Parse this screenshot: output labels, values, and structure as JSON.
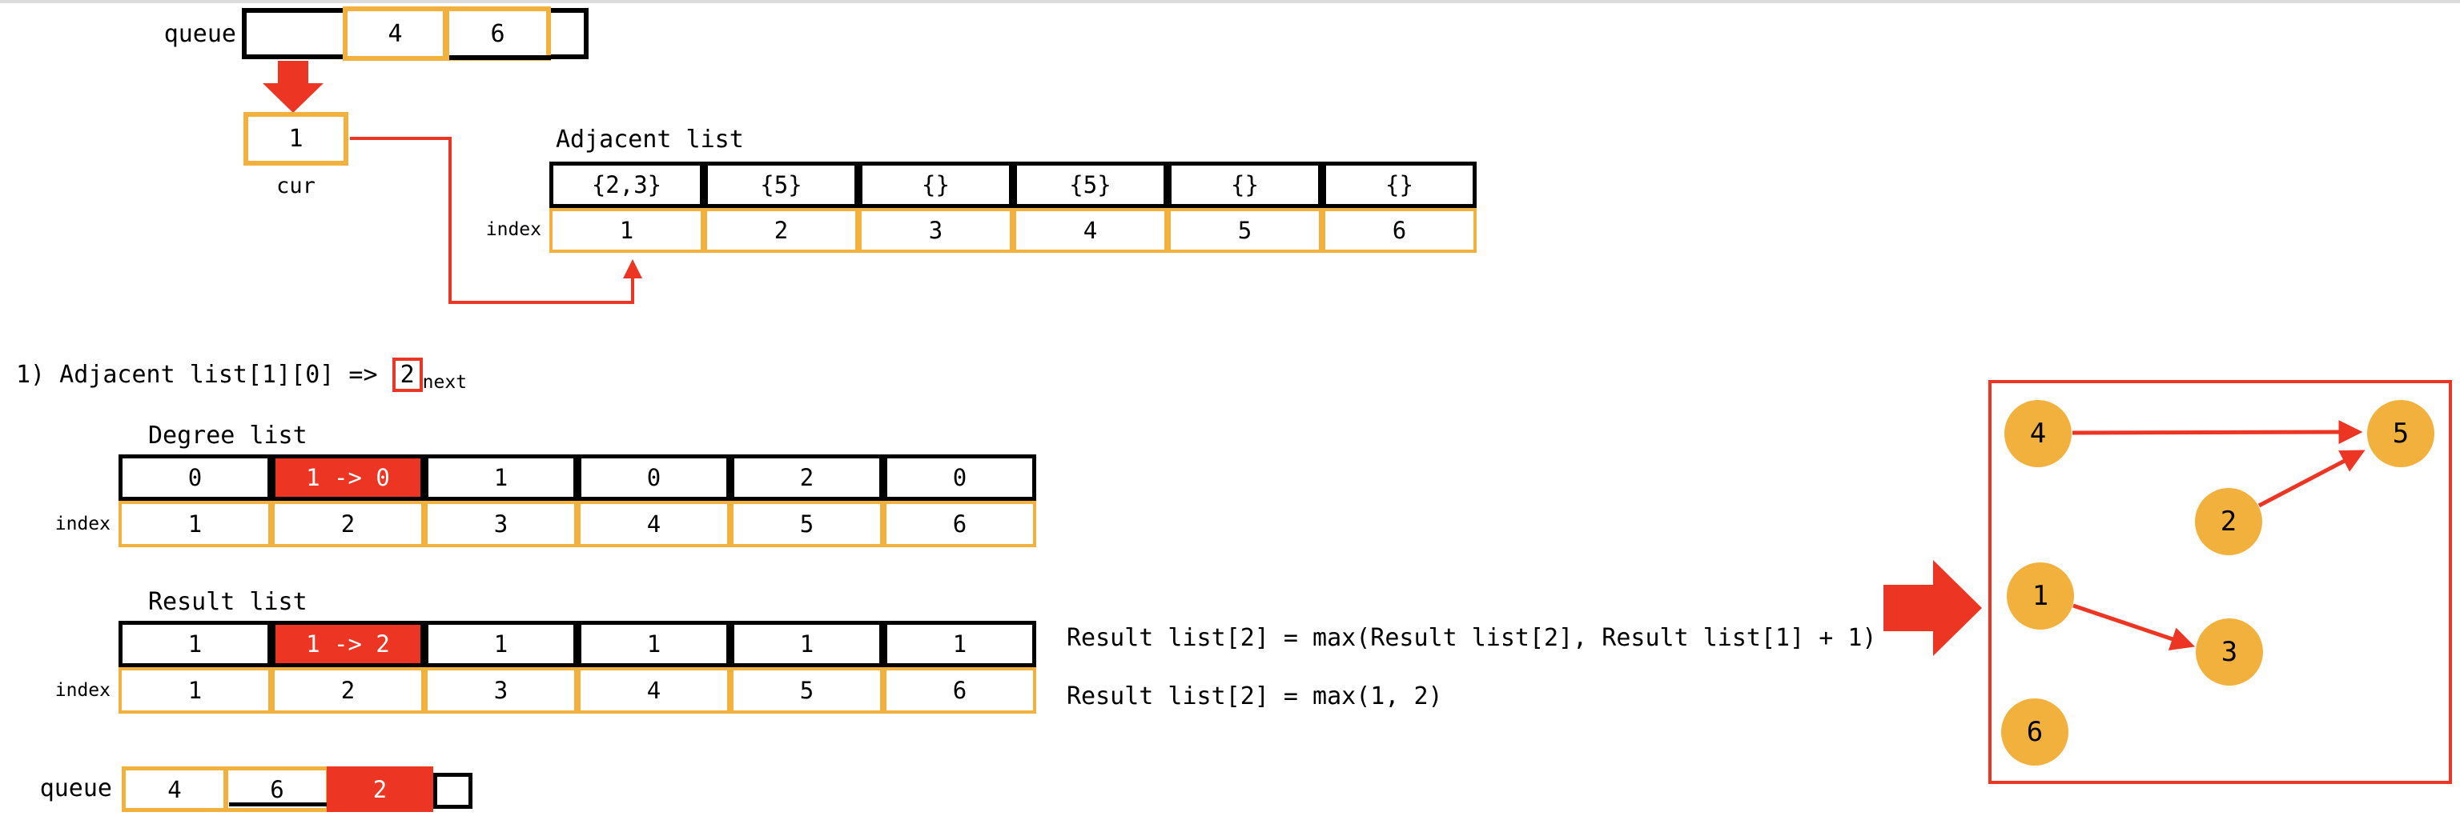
{
  "colors": {
    "orange": "#F2B13D",
    "red": "#ED3524",
    "black": "#000000",
    "white": "#FFFFFF"
  },
  "top_queue": {
    "label": "queue",
    "cells": [
      "4",
      "6"
    ]
  },
  "cur_pointer": {
    "value": "1",
    "label": "cur"
  },
  "adjacent_list": {
    "title": "Adjacent list",
    "index_label": "index",
    "values": [
      "{2,3}",
      "{5}",
      "{}",
      "{5}",
      "{}",
      "{}"
    ],
    "indices": [
      "1",
      "2",
      "3",
      "4",
      "5",
      "6"
    ]
  },
  "step_note": {
    "prefix": "1) Adjacent list[1][0] => ",
    "boxed_value": "2",
    "suffix": "next"
  },
  "degree_list": {
    "title": "Degree list",
    "index_label": "index",
    "values": [
      "0",
      "1 -> 0",
      "1",
      "0",
      "2",
      "0"
    ],
    "highlighted_column": 2,
    "indices": [
      "1",
      "2",
      "3",
      "4",
      "5",
      "6"
    ]
  },
  "result_list": {
    "title": "Result list",
    "index_label": "index",
    "values": [
      "1",
      "1 -> 2",
      "1",
      "1",
      "1",
      "1"
    ],
    "highlighted_column": 2,
    "indices": [
      "1",
      "2",
      "3",
      "4",
      "5",
      "6"
    ]
  },
  "equations": {
    "line1": "Result list[2] = max(Result list[2], Result list[1] + 1)",
    "line2": "Result list[2] = max(1, 2)"
  },
  "bottom_queue": {
    "label": "queue",
    "cells": [
      "4",
      "6",
      "2"
    ],
    "highlighted_cell": "2"
  },
  "graph": {
    "nodes": [
      "4",
      "5",
      "2",
      "1",
      "3",
      "6"
    ],
    "edges": [
      {
        "from": "4",
        "to": "5"
      },
      {
        "from": "2",
        "to": "5"
      },
      {
        "from": "1",
        "to": "3"
      }
    ]
  }
}
